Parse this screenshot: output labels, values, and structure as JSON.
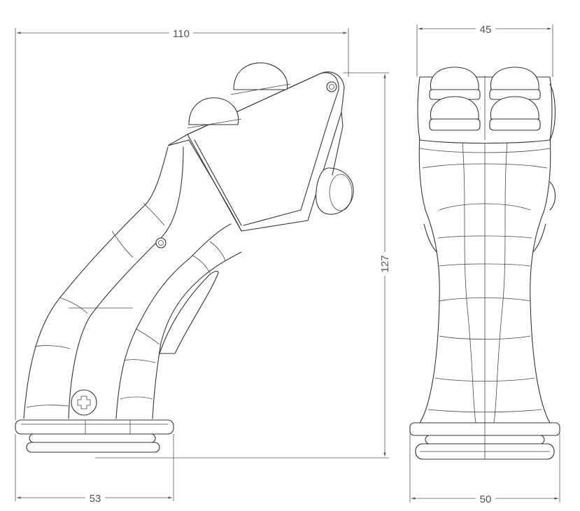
{
  "dimensions": {
    "side_width": "110",
    "front_width_top": "45",
    "height": "127",
    "side_base_width": "53",
    "front_base_width": "50"
  }
}
